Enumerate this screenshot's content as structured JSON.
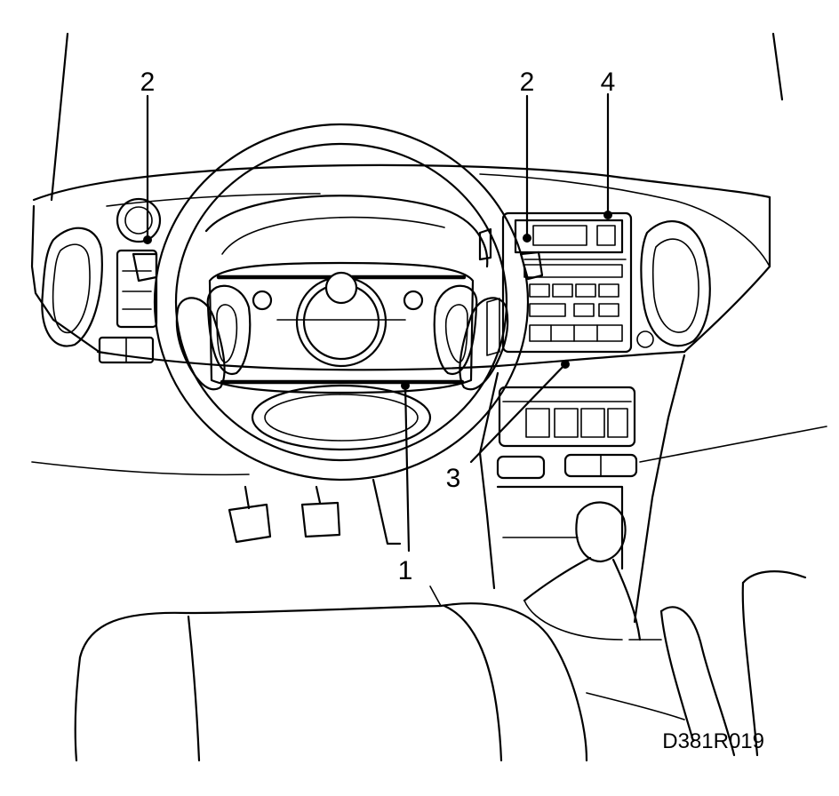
{
  "callouts": {
    "airbag_module": "1",
    "connector_left": "2",
    "connector_right": "2",
    "center_console": "3",
    "radio_unit": "4"
  },
  "figure_code": "D381R019"
}
